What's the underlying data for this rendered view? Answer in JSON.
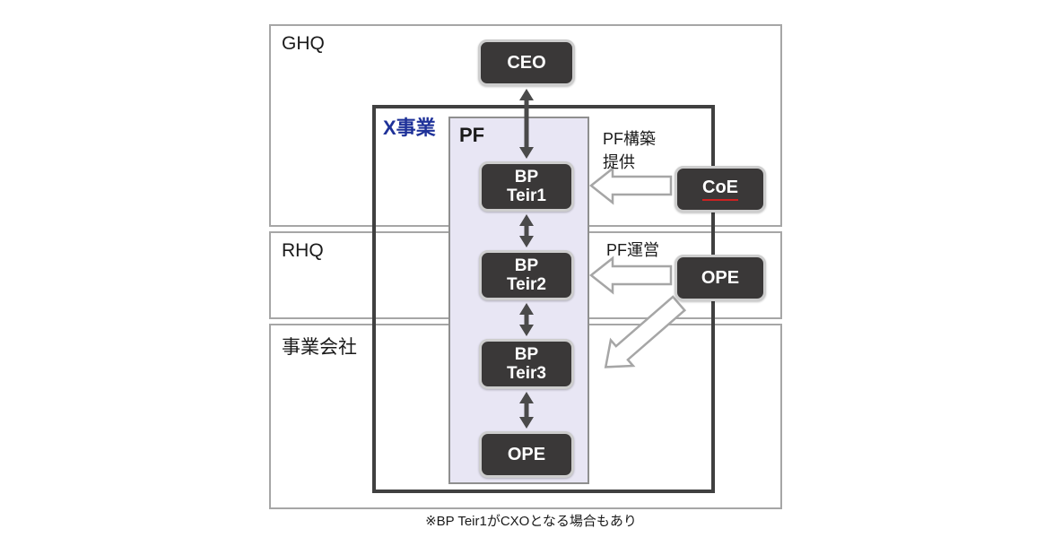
{
  "bands": [
    {
      "label": "GHQ"
    },
    {
      "label": "RHQ"
    },
    {
      "label": "事業会社"
    }
  ],
  "groups": {
    "x_business": {
      "label": "X事業"
    },
    "pf": {
      "label": "PF"
    }
  },
  "nodes": {
    "ceo": {
      "label": "CEO"
    },
    "bp_teir1": {
      "line1": "BP",
      "line2": "Teir1"
    },
    "bp_teir2": {
      "line1": "BP",
      "line2": "Teir2"
    },
    "bp_teir3": {
      "line1": "BP",
      "line2": "Teir3"
    },
    "ope_bottom": {
      "label": "OPE"
    },
    "coe": {
      "label": "CoE"
    },
    "ope_right": {
      "label": "OPE"
    }
  },
  "annotations": {
    "pf_build_line1": "PF構築",
    "pf_build_line2": "提供",
    "pf_operate": "PF運営"
  },
  "footnote": "※BP Teir1がCXOとなる場合もあり",
  "colors": {
    "node-bg": "#3a3838",
    "node-text": "#ffffff",
    "node-ring": "#cdcdcd",
    "band-border": "#a6a6a6",
    "x-border": "#404040",
    "x-label": "#1f3299",
    "pf-bg": "#e8e6f4",
    "pf-border": "#8f8f8f",
    "arrow": "#4a4a4a",
    "block-arrow-fill": "#ffffff",
    "block-arrow-stroke": "#a6a6a6",
    "coe-underline": "#cc2222"
  }
}
